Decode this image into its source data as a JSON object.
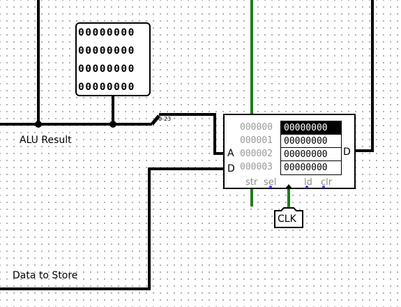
{
  "labels": {
    "alu_result": "ALU Result",
    "data_to_store": "Data to Store"
  },
  "splitter": {
    "label": "0-23"
  },
  "probe": {
    "rows": [
      "00000000",
      "00000000",
      "00000000",
      "00000000"
    ]
  },
  "ram": {
    "addresses": [
      "000000",
      "000001",
      "000002",
      "000003"
    ],
    "values": [
      "00000000",
      "00000000",
      "00000000",
      "00000000"
    ],
    "selected_row": 0,
    "port_a": "A",
    "port_d_in": "D",
    "port_d_out": "D",
    "controls": {
      "str": "str",
      "sel": "sel",
      "ld": "ld",
      "clr": "clr"
    }
  },
  "clock": {
    "label": "CLK"
  },
  "colors": {
    "wire": "#000000",
    "active_wire": "#1e7d1e",
    "grid_dot": "#9a9a9a",
    "control_pin": "#3a3aff"
  }
}
